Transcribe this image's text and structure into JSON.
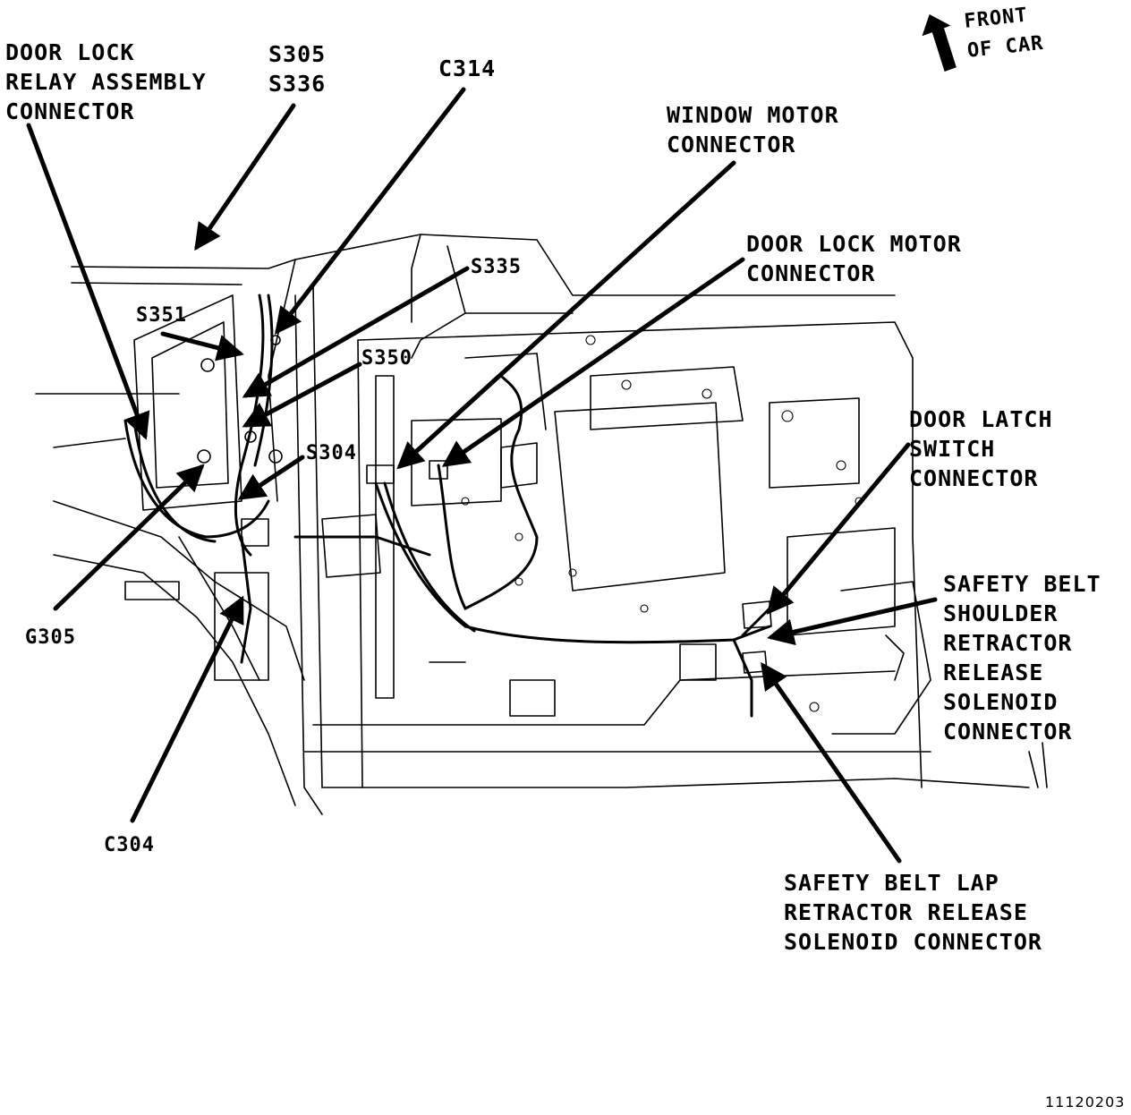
{
  "labels": {
    "door_lock_relay": [
      "DOOR LOCK",
      "RELAY ASSEMBLY",
      "CONNECTOR"
    ],
    "s305_s336": [
      "S305",
      "S336"
    ],
    "c314": "C314",
    "window_motor": [
      "WINDOW MOTOR",
      "CONNECTOR"
    ],
    "door_lock_motor": [
      "DOOR LOCK MOTOR",
      "CONNECTOR"
    ],
    "s335": "S335",
    "s351": "S351",
    "s350": "S350",
    "s304": "S304",
    "door_latch_switch": [
      "DOOR LATCH",
      "SWITCH",
      "CONNECTOR"
    ],
    "safety_belt_shoulder": [
      "SAFETY BELT",
      "SHOULDER",
      "RETRACTOR",
      "RELEASE",
      "SOLENOID",
      "CONNECTOR"
    ],
    "safety_belt_lap": [
      "SAFETY BELT LAP",
      "RETRACTOR RELEASE",
      "SOLENOID CONNECTOR"
    ],
    "g305": "G305",
    "c304": "C304",
    "front_of_car": [
      "FRONT",
      "OF CAR"
    ]
  },
  "figure_number": "11120203",
  "icons": {
    "front_arrow": "front-direction-arrow-icon"
  }
}
